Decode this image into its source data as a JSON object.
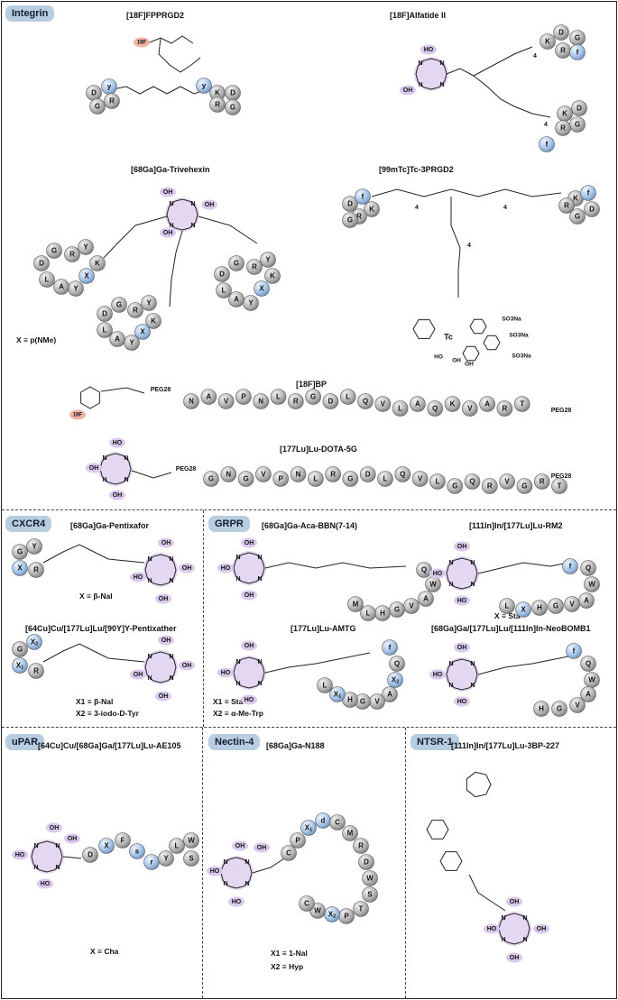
{
  "colors": {
    "tag_bg": "#b9cde0",
    "bead_gray": "#b8b8b8",
    "bead_blue": "#a9c6e8",
    "fluor_pink": "#f2b2a6",
    "chelator_lilac": "#d9c9ec"
  },
  "sections": {
    "integrin": {
      "tag": "Integrin"
    },
    "cxcr4": {
      "tag": "CXCR4"
    },
    "grpr": {
      "tag": "GRPR"
    },
    "upar": {
      "tag": "uPAR"
    },
    "nectin4": {
      "tag": "Nectin-4"
    },
    "ntsr1": {
      "tag": "NTSR-1"
    }
  },
  "compounds": {
    "fpprgd2": {
      "title": "[18F]FPPRGD2",
      "label": "18F",
      "beads_left": [
        "D",
        "y",
        "G",
        "R"
      ],
      "beads_right": [
        "K",
        "y",
        "D",
        "G",
        "R"
      ]
    },
    "alfatide": {
      "title": "[18F]Alfatide II",
      "beads_top": [
        "K",
        "D",
        "G",
        "R",
        "f"
      ],
      "beads_bottom": [
        "K",
        "D",
        "G",
        "R",
        "f"
      ],
      "subscript": "4",
      "acid": "HO"
    },
    "trivehexin": {
      "title": "[68Ga]Ga-Trivehexin",
      "note": "X ≡ p(NMe)",
      "cyclic": [
        "R",
        "Y",
        "K",
        "X",
        "Y",
        "A",
        "L",
        "D",
        "G"
      ],
      "groups": [
        "OH",
        "OH",
        "OH"
      ]
    },
    "tc3prgd2": {
      "title": "[99mTc]Tc-3PRGD2",
      "beads_left": [
        "D",
        "f",
        "K",
        "R",
        "G"
      ],
      "beads_right": [
        "K",
        "f",
        "D",
        "G",
        "R"
      ],
      "metal": "Tc",
      "sulfonate": [
        "SO3Na",
        "SO3Na",
        "SO3Na"
      ],
      "oh": [
        "HO",
        "OH",
        "OH"
      ],
      "subs": [
        "4",
        "4",
        "4"
      ]
    },
    "bp": {
      "title": "[18F]BP",
      "label": "18F",
      "peg": "PEG28",
      "sequence": [
        "N",
        "A",
        "V",
        "P",
        "N",
        "L",
        "R",
        "G",
        "D",
        "L",
        "Q",
        "V",
        "L",
        "A",
        "Q",
        "K",
        "V",
        "A",
        "R",
        "T"
      ],
      "peg_end": "PEG28"
    },
    "dota5g": {
      "title": "[177Lu]Lu-DOTA-5G",
      "peg": "PEG28",
      "sequence": [
        "G",
        "N",
        "G",
        "V",
        "P",
        "N",
        "L",
        "R",
        "G",
        "D",
        "L",
        "Q",
        "V",
        "L",
        "G",
        "Q",
        "R",
        "V",
        "G",
        "R",
        "T"
      ],
      "peg_end": "PEG28",
      "oh": [
        "HO",
        "OH",
        "OH"
      ]
    },
    "pentixafor": {
      "title": "[68Ga]Ga-Pentixafor",
      "note": "X ≡ β-Nal",
      "beads": [
        "G",
        "Y",
        "X",
        "R"
      ],
      "oh": [
        "OH",
        "OH",
        "OH",
        "HO"
      ]
    },
    "pentixather": {
      "title": "[64Cu]Cu/[177Lu]Lu/[90Y]Y-Pentixather",
      "notes": [
        "X1 ≡ β-Nal",
        "X2 ≡ 3-iodo-D-Tyr"
      ],
      "beads": [
        "G",
        "X2",
        "X1",
        "R"
      ],
      "oh": [
        "OH",
        "OH",
        "OH",
        "OH"
      ]
    },
    "acabbn": {
      "title": "[68Ga]Ga-Aca-BBN(7-14)",
      "beads": [
        "Q",
        "W",
        "A",
        "V",
        "G",
        "H",
        "L",
        "M"
      ],
      "oh": [
        "HO",
        "OH",
        "OH"
      ]
    },
    "rm2": {
      "title": "[111In]In/[177Lu]Lu-RM2",
      "note": "X ≡ Sta",
      "beads": [
        "f",
        "Q",
        "W",
        "A",
        "V",
        "G",
        "H",
        "X",
        "L"
      ],
      "oh": [
        "OH",
        "HO",
        "HO"
      ]
    },
    "amtg": {
      "title": "[177Lu]Lu-AMTG",
      "notes": [
        "X1 ≡ Sta",
        "X2 ≡ α-Me-Trp"
      ],
      "beads": [
        "f",
        "Q",
        "X2",
        "A",
        "V",
        "G",
        "H",
        "X1",
        "L"
      ],
      "oh": [
        "OH",
        "HO",
        "HO"
      ]
    },
    "neobomb1": {
      "title": "[68Ga]Ga/[177Lu]Lu/[111In]In-NeoBOMB1",
      "beads": [
        "f",
        "Q",
        "W",
        "A",
        "V",
        "G",
        "H"
      ],
      "oh": [
        "OH",
        "HO",
        "HO"
      ]
    },
    "ae105": {
      "title": "[64Cu]Cu/[68Ga]Ga/[177Lu]Lu-AE105",
      "note": "X ≡ Cha",
      "beads": [
        "D",
        "X",
        "F",
        "s",
        "r",
        "Y",
        "L",
        "W",
        "S"
      ],
      "oh": [
        "OH",
        "HO",
        "HO",
        "OH"
      ]
    },
    "n188": {
      "title": "[68Ga]Ga-N188",
      "notes": [
        "X1 ≡ 1-Nal",
        "X2 ≡ Hyp"
      ],
      "beads": [
        "C",
        "P",
        "X1",
        "d",
        "C",
        "M",
        "R",
        "D",
        "W",
        "S",
        "T",
        "P",
        "X2",
        "W",
        "C"
      ],
      "oh": [
        "OH",
        "HO",
        "HO",
        "OH"
      ]
    },
    "bp227": {
      "title": "[111In]In/[177Lu]Lu-3BP-227",
      "oh": [
        "OH",
        "HO",
        "OH",
        "OH"
      ]
    }
  }
}
